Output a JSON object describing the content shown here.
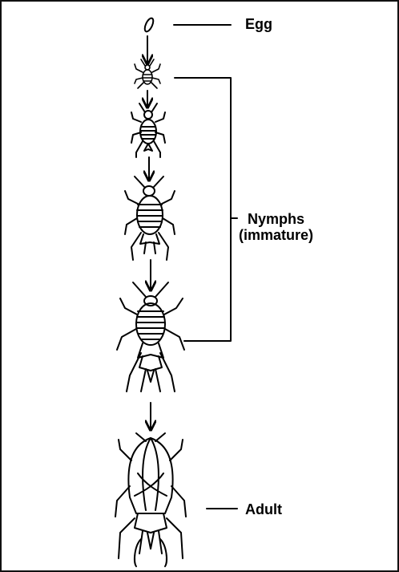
{
  "labels": {
    "egg": "Egg",
    "nymphs_line1": "Nymphs",
    "nymphs_line2": "(immature)",
    "adult": "Adult"
  },
  "stages": [
    {
      "name": "egg"
    },
    {
      "name": "nymph-1"
    },
    {
      "name": "nymph-2"
    },
    {
      "name": "nymph-3"
    },
    {
      "name": "nymph-4"
    },
    {
      "name": "adult"
    }
  ]
}
